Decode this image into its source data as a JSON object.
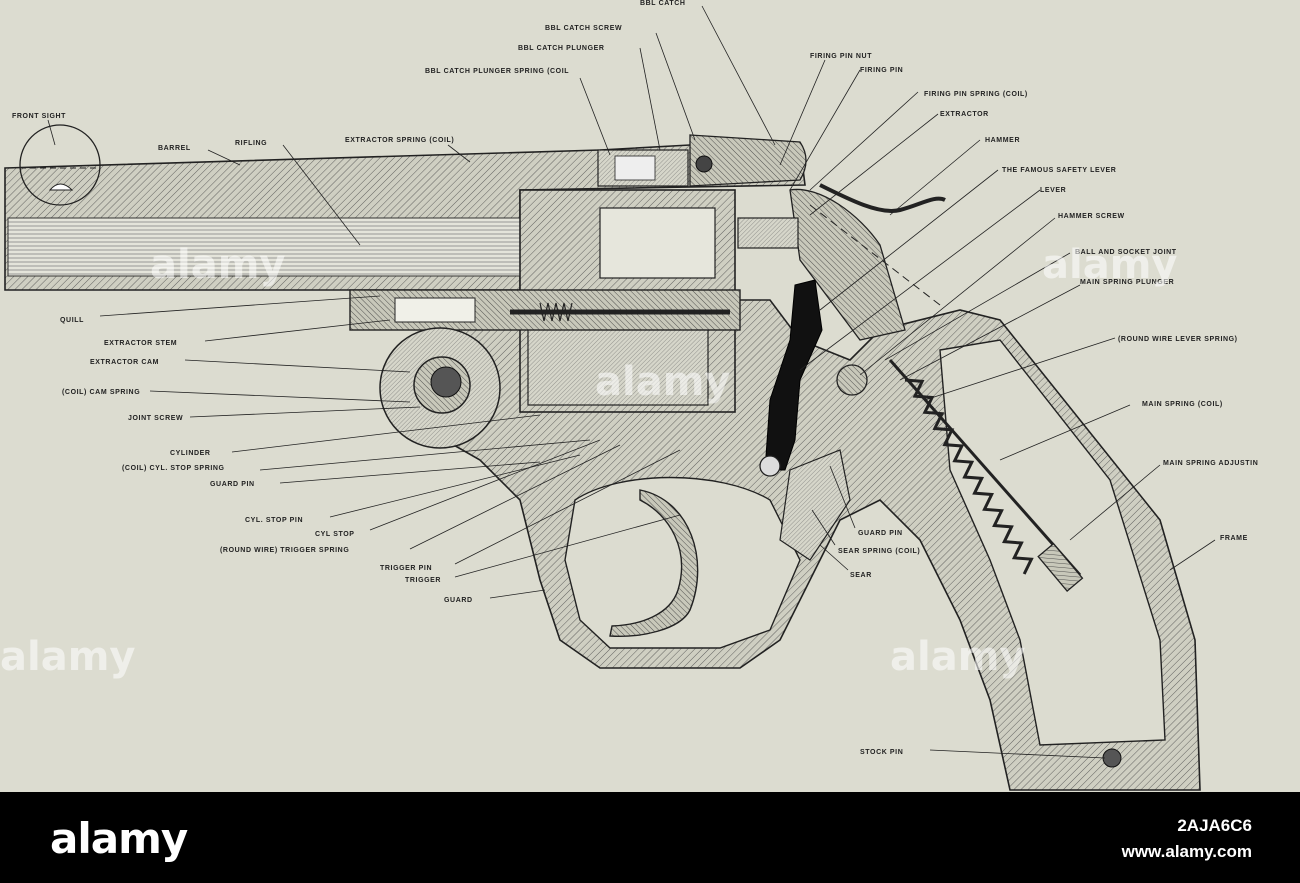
{
  "labels": {
    "bbl_catch": "BBL CATCH",
    "bbl_catch_screw": "BBL CATCH SCREW",
    "bbl_catch_plunger": "BBL CATCH PLUNGER",
    "bbl_catch_plunger_spring": "BBL CATCH PLUNGER SPRING (COIL",
    "firing_pin_nut": "FIRING PIN NUT",
    "firing_pin": "FIRING PIN",
    "firing_pin_spring": "FIRING PIN SPRING (COIL)",
    "extractor": "EXTRACTOR",
    "hammer": "HAMMER",
    "safety_lever": "THE FAMOUS SAFETY LEVER",
    "lever": "LEVER",
    "hammer_screw": "HAMMER SCREW",
    "ball_socket_joint": "BALL AND SOCKET JOINT",
    "main_spring_plunger": "MAIN SPRING PLUNGER",
    "round_wire_lever_spring": "(ROUND WIRE LEVER SPRING)",
    "main_spring": "MAIN SPRING (COIL)",
    "main_spring_adjusting": "MAIN SPRING ADJUSTIN",
    "frame": "FRAME",
    "front_sight": "FRONT SIGHT",
    "barrel": "BARREL",
    "rifling": "RIFLING",
    "extractor_spring": "EXTRACTOR SPRING (COIL)",
    "quill": "QUILL",
    "extractor_stem": "EXTRACTOR STEM",
    "extractor_cam": "EXTRACTOR CAM",
    "cam_spring": "(COIL) CAM SPRING",
    "joint_screw": "JOINT SCREW",
    "cylinder": "CYLINDER",
    "cyl_stop_spring": "(COIL) CYL. STOP SPRING",
    "guard_pin_left": "GUARD PIN",
    "cyl_stop_pin": "CYL. STOP PIN",
    "cyl_stop": "CYL STOP",
    "trigger_spring": "(ROUND WIRE) TRIGGER SPRING",
    "trigger_pin": "TRIGGER PIN",
    "trigger": "TRIGGER",
    "guard": "GUARD",
    "guard_pin_right": "GUARD PIN",
    "sear_spring": "SEAR SPRING (COIL)",
    "sear": "SEAR",
    "stock_pin": "STOCK PIN"
  },
  "watermark": "alamy",
  "footer": {
    "logo": "alamy",
    "image_id": "2AJA6C6",
    "site": "www.alamy.com"
  }
}
